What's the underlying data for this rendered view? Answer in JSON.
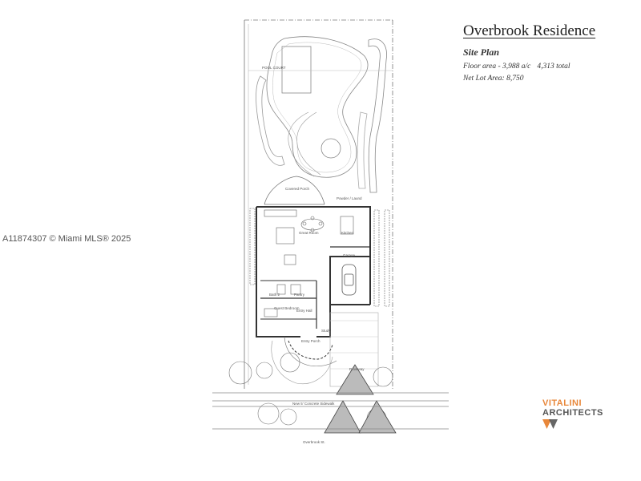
{
  "title": "Overbrook Residence",
  "subtitle": "Site Plan",
  "floor_area": "Floor area - 3,988 a/c",
  "total_area": "4,313 total",
  "lot_area": "Net Lot Area: 8,750",
  "watermark": "A11874307 © Miami MLS® 2025",
  "logo": {
    "line1": "VITALINI",
    "line2": "ARCHITECTS",
    "accent": "#e8873a"
  },
  "labels": {
    "pool_court": "POOL COURT",
    "covered_porch": "Covered Porch",
    "powder": "Powder / Laund",
    "great_room": "Great Room",
    "kitchen": "Kitchen",
    "garage": "Garage",
    "bath": "Bath 2",
    "pantry": "Pantry",
    "guest_bedroom": "Guest Bedroom",
    "entry_hall": "Entry Hall",
    "entry_porch": "Entry Porch",
    "study": "Study",
    "driveway": "Driveway",
    "sidewalk": "New 5' Concrete Sidewalk",
    "street": "Overbrook St."
  }
}
